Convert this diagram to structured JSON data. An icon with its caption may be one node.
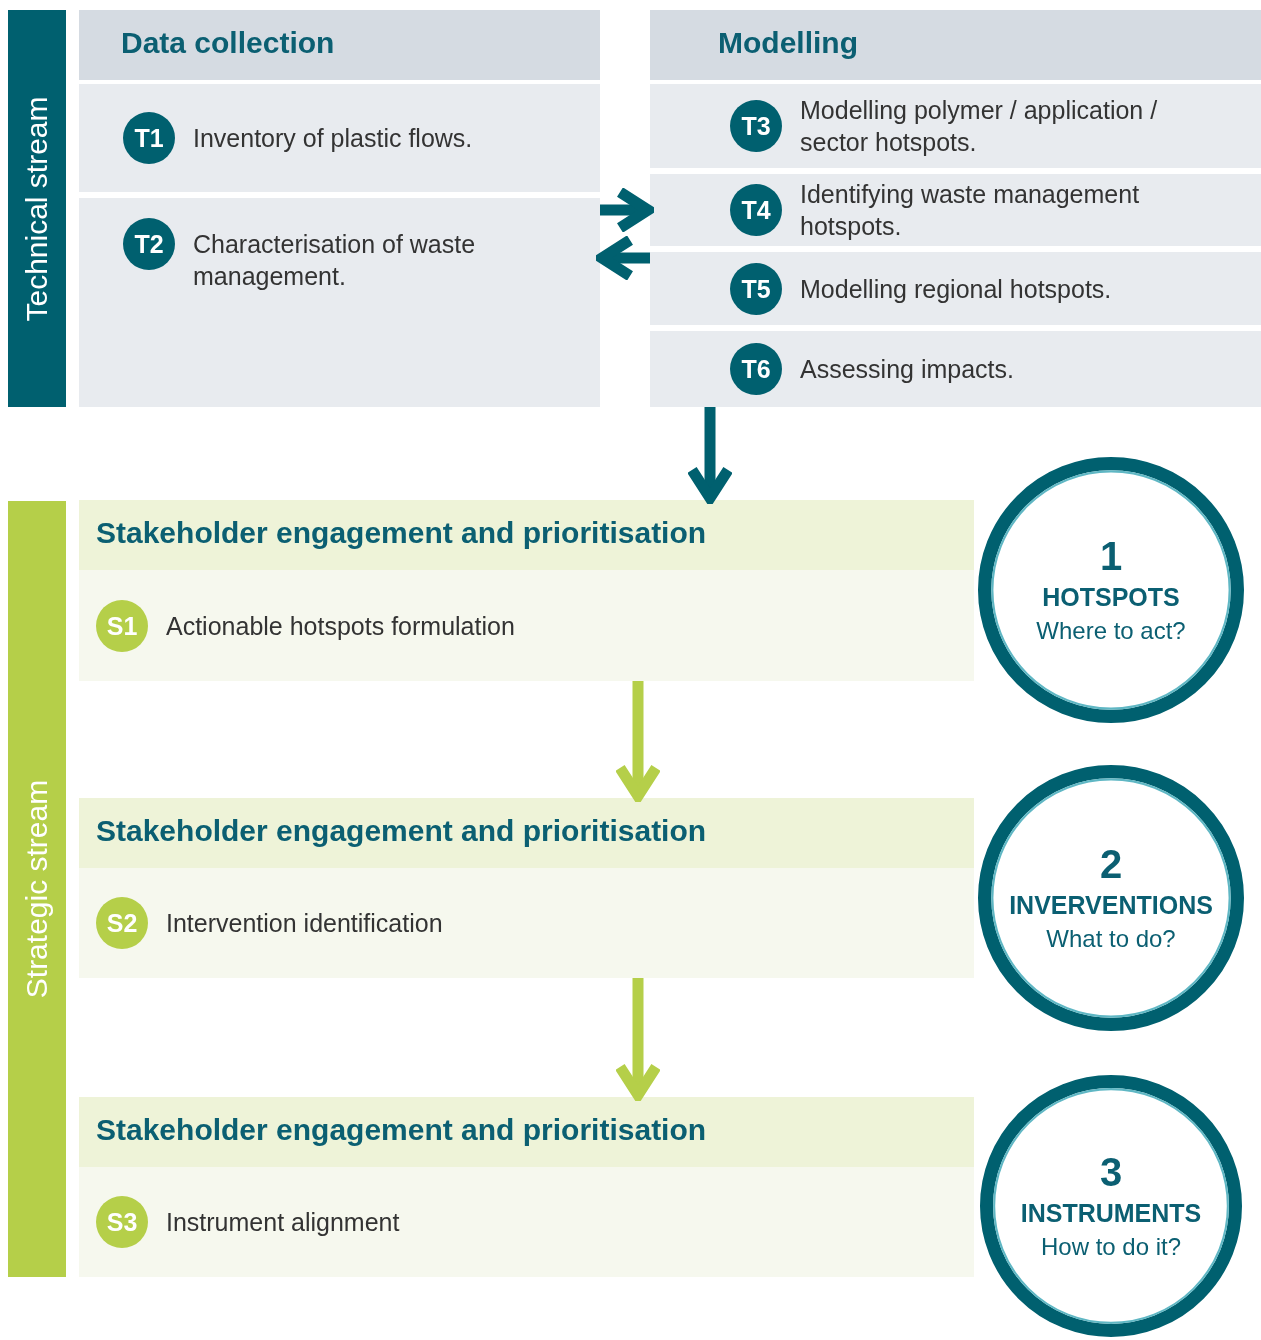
{
  "diagram": {
    "nodes": [
      {
        "text": [
          "Technical stream"
        ]
      },
      {
        "text": [
          "Data collection"
        ]
      },
      {
        "text": [
          "T1",
          "Inventory of plastic flows."
        ],
        "in": 1
      },
      {
        "text": [
          "T2",
          "Characterisation of waste management."
        ],
        "in": 1
      },
      {
        "text": [
          "Modelling"
        ]
      },
      {
        "text": [
          "T3",
          "Modelling polymer / application / sector hotspots."
        ],
        "in": 4
      },
      {
        "text": [
          "T4",
          "Identifying waste management hotspots."
        ],
        "in": 4
      },
      {
        "text": [
          "T5",
          "Modelling regional hotspots."
        ],
        "in": 4
      },
      {
        "text": [
          "T6",
          "Assessing impacts."
        ],
        "in": 4
      },
      {
        "text": [
          "Strategic stream"
        ]
      },
      {
        "text": [
          "Stakeholder engagement and prioritisation"
        ]
      },
      {
        "text": [
          "S1",
          "Actionable hotspots formulation"
        ],
        "in": 10
      },
      {
        "text": [
          "1",
          "HOTSPOTS",
          "Where to act?"
        ]
      },
      {
        "text": [
          "Stakeholder engagement and prioritisation"
        ]
      },
      {
        "text": [
          "S2",
          "Intervention identification"
        ],
        "in": 13
      },
      {
        "text": [
          "2",
          "INVERVENTIONS",
          "What to do?"
        ]
      },
      {
        "text": [
          "Stakeholder engagement and prioritisation"
        ]
      },
      {
        "text": [
          "S3",
          "Instrument alignment"
        ],
        "in": 16
      },
      {
        "text": [
          "3",
          "INSTRUMENTS",
          "How to do it?"
        ]
      }
    ],
    "edges": [
      {
        "from": 1,
        "to": 4,
        "arrow": "to"
      },
      {
        "from": 4,
        "to": 1,
        "arrow": "to"
      },
      {
        "from": 4,
        "to": 10,
        "arrow": "to"
      },
      {
        "from": 10,
        "to": 13,
        "arrow": "to",
        "color": "#b5cf49"
      },
      {
        "from": 13,
        "to": 16,
        "arrow": "to",
        "color": "#b5cf49"
      }
    ]
  }
}
